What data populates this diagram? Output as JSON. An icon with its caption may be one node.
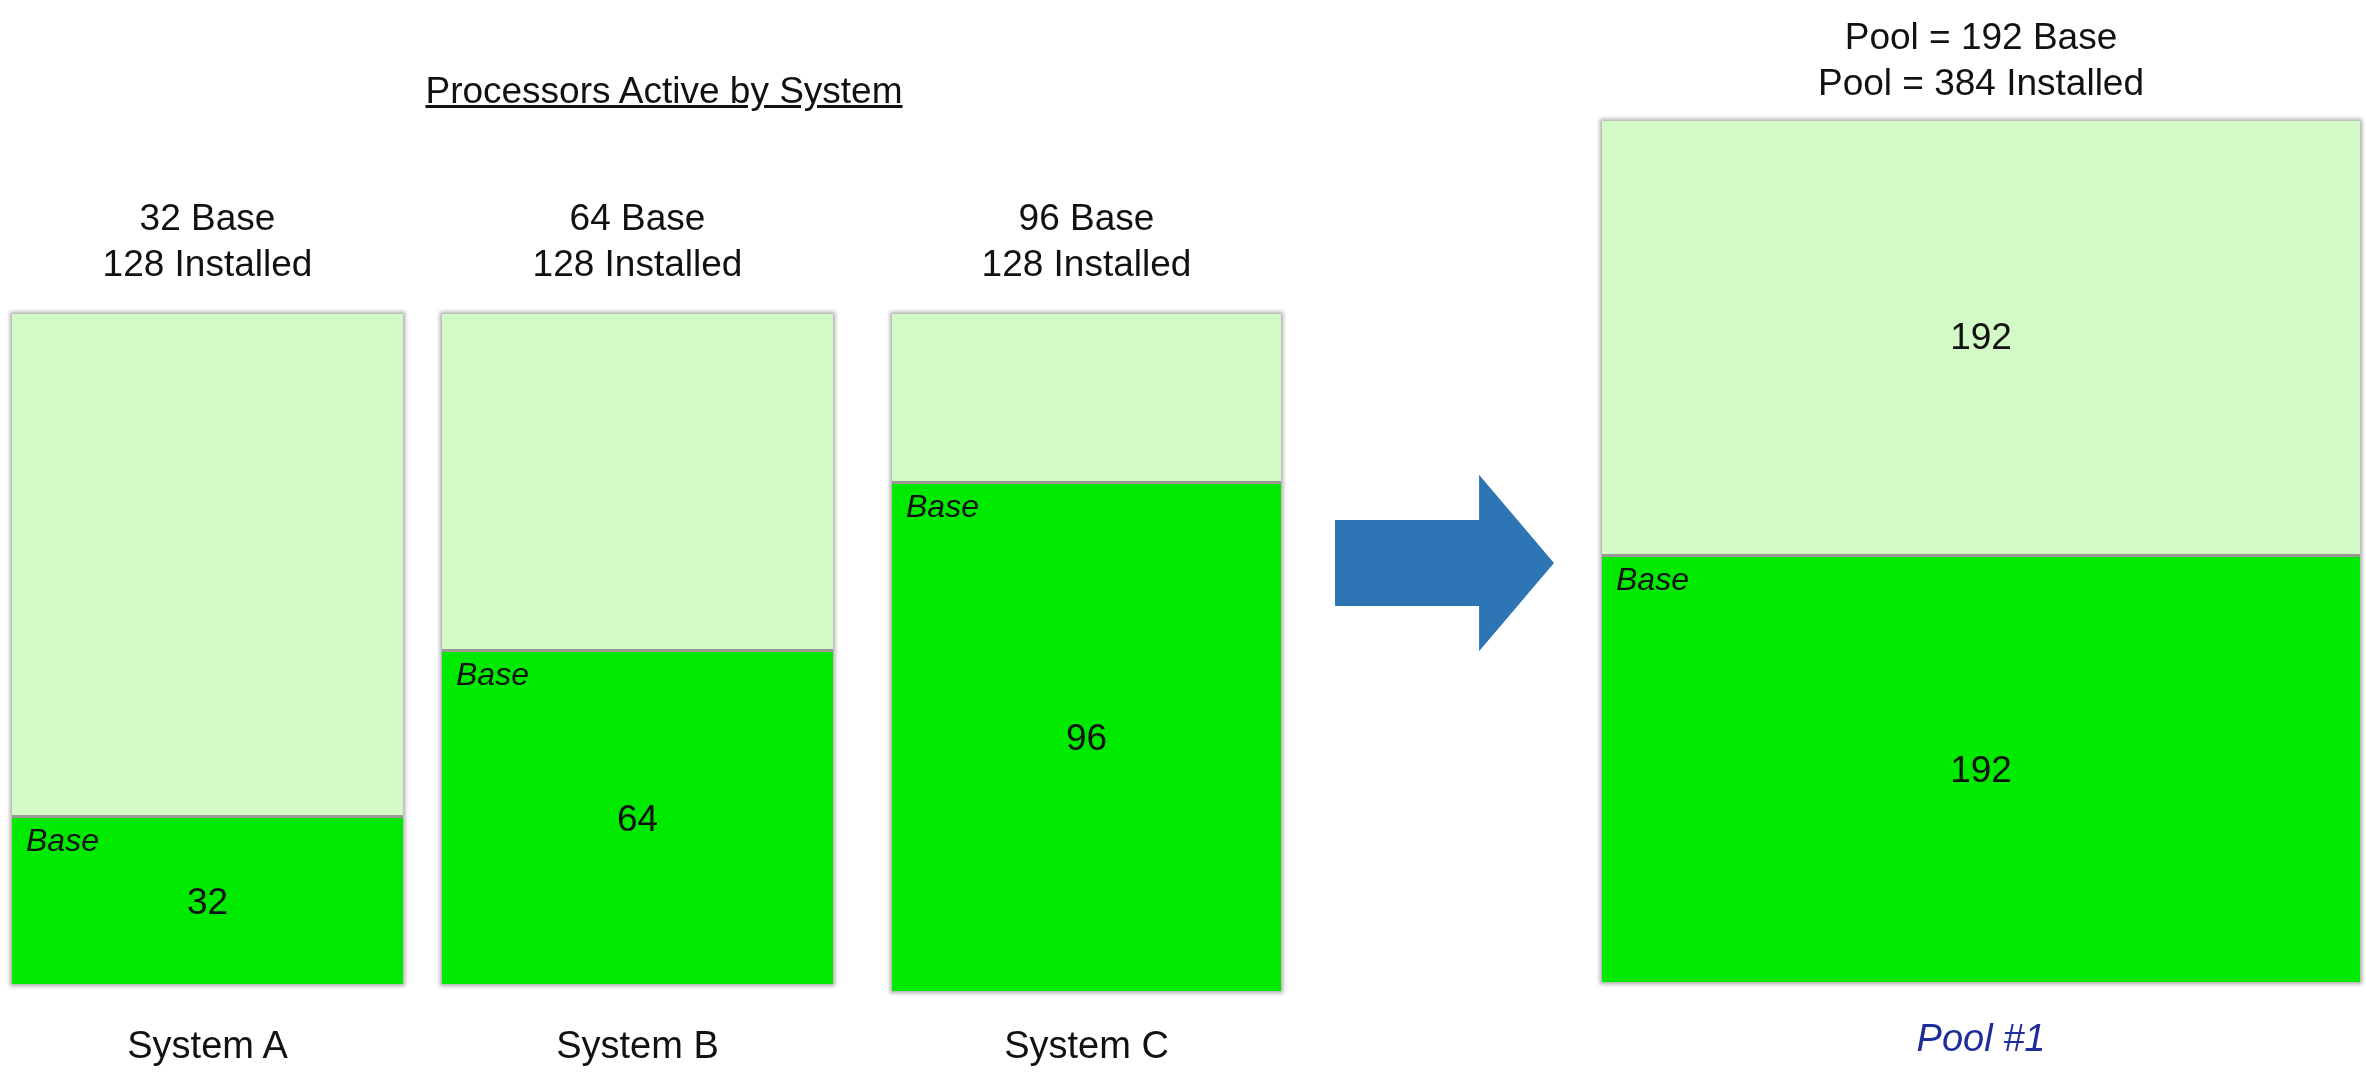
{
  "diagram": {
    "title": "Processors Active by System",
    "nodes": [
      {
        "text": [
          "32 Base",
          "128 Installed"
        ],
        "beside": [
          "System A"
        ]
      },
      {
        "text": [],
        "shape": "box",
        "in": 0
      },
      {
        "text": [
          "Base",
          "32"
        ],
        "in": 0
      },
      {
        "text": [
          "64 Base",
          "128 Installed"
        ],
        "beside": [
          "System B"
        ]
      },
      {
        "text": [],
        "shape": "box",
        "in": 3
      },
      {
        "text": [
          "Base",
          "64"
        ],
        "in": 3
      },
      {
        "text": [
          "96 Base",
          "128 Installed"
        ],
        "beside": [
          "System C"
        ]
      },
      {
        "text": [],
        "shape": "box",
        "in": 6
      },
      {
        "text": [
          "Base",
          "96"
        ],
        "in": 6
      },
      {
        "text": [
          "Pool = 192 Base",
          "Pool = 384 Installed"
        ],
        "beside": [
          "Pool #1"
        ]
      },
      {
        "text": [
          "192"
        ],
        "in": 9
      },
      {
        "text": [
          "Base",
          "192"
        ],
        "in": 9
      }
    ],
    "edges": [
      {
        "from": 6,
        "to": 9,
        "arrow": "to",
        "style": "thick",
        "color": "#2e75b6"
      }
    ]
  }
}
